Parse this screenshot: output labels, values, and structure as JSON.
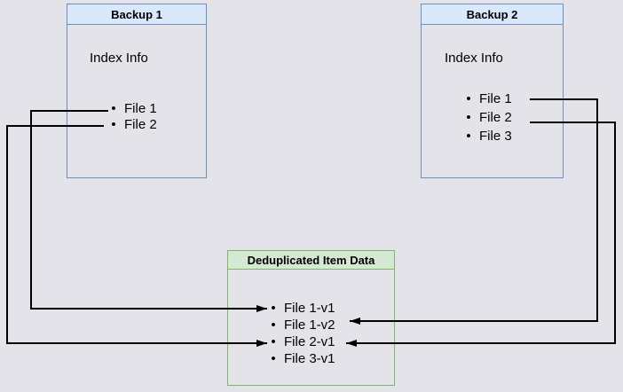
{
  "colors": {
    "background": "#e4e3e9",
    "blue_fill": "#dae8fc",
    "blue_stroke": "#6c8ebf",
    "green_fill": "#d5e8d4",
    "green_stroke": "#82b366",
    "line": "#000000"
  },
  "boxes": {
    "backup1": {
      "title": "Backup 1",
      "label": "Index Info",
      "items": [
        "File 1",
        "File 2"
      ]
    },
    "backup2": {
      "title": "Backup 2",
      "label": "Index Info",
      "items": [
        "File 1",
        "File 2",
        "File 3"
      ]
    },
    "dedup": {
      "title": "Deduplicated Item Data",
      "items": [
        "File 1-v1",
        "File 1-v2",
        "File 2-v1",
        "File 3-v1"
      ]
    }
  },
  "connections": [
    {
      "from": "Backup 1 / File 1",
      "to": "File 1-v1"
    },
    {
      "from": "Backup 1 / File 2",
      "to": "File 2-v1"
    },
    {
      "from": "Backup 2 / File 1",
      "to": "File 1-v2"
    },
    {
      "from": "Backup 2 / File 2",
      "to": "File 2-v1"
    }
  ]
}
